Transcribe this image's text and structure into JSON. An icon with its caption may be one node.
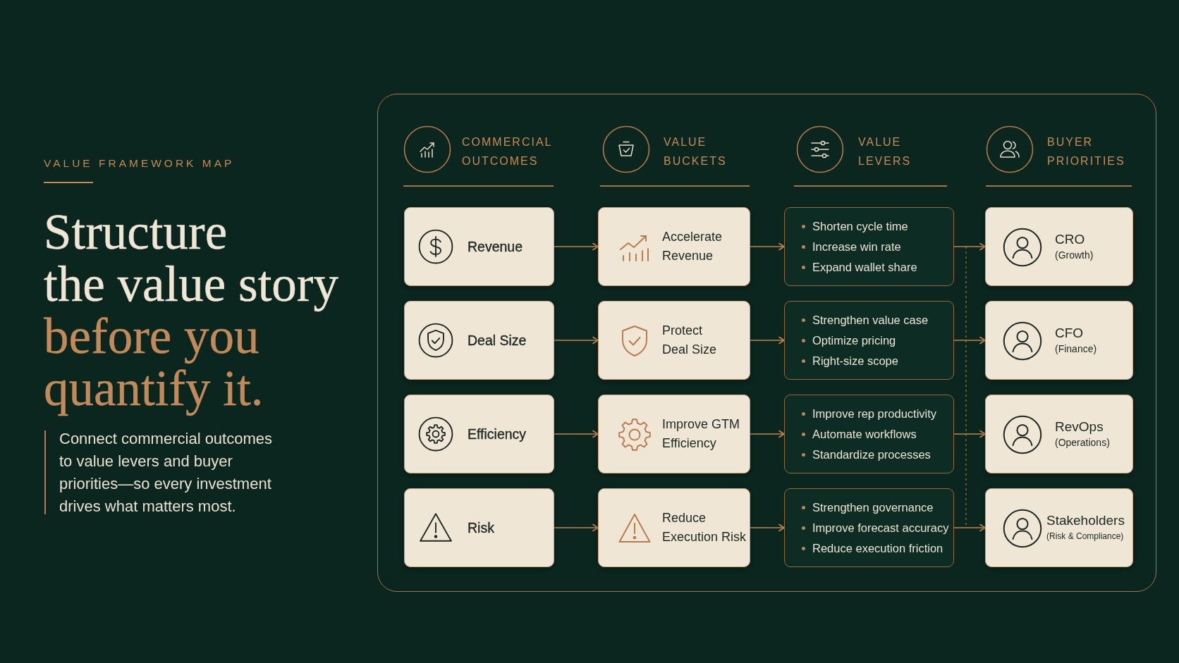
{
  "diagram": {
    "title": "Structure the value story before you quantify it.",
    "nodes": [
      {
        "text": [
          "COMMERCIAL OUTCOMES",
          "VALUE BUCKETS",
          "VALUE LEVERS",
          "BUYER PRIORITIES"
        ]
      },
      {
        "text": [
          "Revenue"
        ],
        "in": 0
      },
      {
        "text": [
          "Accelerate Revenue"
        ],
        "in": 0
      },
      {
        "text": [
          "Shorten cycle time",
          "Increase win rate",
          "Expand wallet share"
        ],
        "in": 0
      },
      {
        "text": [
          "CRO",
          "(Growth)"
        ],
        "in": 0
      },
      {
        "text": [
          "Deal Size"
        ],
        "in": 0
      },
      {
        "text": [
          "Protect Deal Size"
        ],
        "in": 0
      },
      {
        "text": [
          "Strengthen value case",
          "Optimize pricing",
          "Right-size scope"
        ],
        "in": 0
      },
      {
        "text": [
          "CFO",
          "(Finance)"
        ],
        "in": 0
      },
      {
        "text": [
          "Efficiency"
        ],
        "in": 0
      },
      {
        "text": [
          "Improve GTM Efficiency"
        ],
        "in": 0
      },
      {
        "text": [
          "Improve rep productivity",
          "Automate workflows",
          "Standardize processes"
        ],
        "in": 0
      },
      {
        "text": [
          "RevOps",
          "(Operations)"
        ],
        "in": 0
      },
      {
        "text": [
          "Risk"
        ],
        "in": 0
      },
      {
        "text": [
          "Reduce Execution Risk"
        ],
        "in": 0
      },
      {
        "text": [
          "Strengthen governance",
          "Improve forecast accuracy",
          "Reduce execution friction"
        ],
        "in": 0
      },
      {
        "text": [
          "Stakeholders",
          "(Risk & Compliance)"
        ],
        "in": 0
      }
    ],
    "edges": [
      {
        "from": 1,
        "to": 2,
        "arrow": "to"
      },
      {
        "from": 2,
        "to": 3,
        "arrow": "to"
      },
      {
        "from": 3,
        "to": 4,
        "arrow": "to"
      },
      {
        "from": 5,
        "to": 6,
        "arrow": "to"
      },
      {
        "from": 6,
        "to": 7,
        "arrow": "to"
      },
      {
        "from": 7,
        "to": 8,
        "arrow": "to"
      },
      {
        "from": 9,
        "to": 10,
        "arrow": "to"
      },
      {
        "from": 10,
        "to": 11,
        "arrow": "to"
      },
      {
        "from": 11,
        "to": 12,
        "arrow": "to"
      },
      {
        "from": 13,
        "to": 14,
        "arrow": "to"
      },
      {
        "from": 14,
        "to": 15,
        "arrow": "to"
      },
      {
        "from": 15,
        "to": 16,
        "arrow": "to"
      }
    ],
    "labels": [
      "VALUE FRAMEWORK MAP",
      "Connect commercial outcomes to value levers and buyer priorities—so every investment drives what matters most."
    ]
  }
}
